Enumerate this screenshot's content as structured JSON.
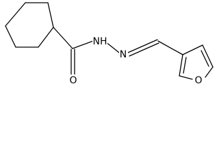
{
  "structure": {
    "atoms": {
      "hydrazide_nh": "NH",
      "imine_n": "N",
      "carbonyl_o": "O",
      "furan_o": "O"
    },
    "colors": {
      "bond": "#000000",
      "label": "#000000",
      "background": "#ffffff"
    }
  }
}
